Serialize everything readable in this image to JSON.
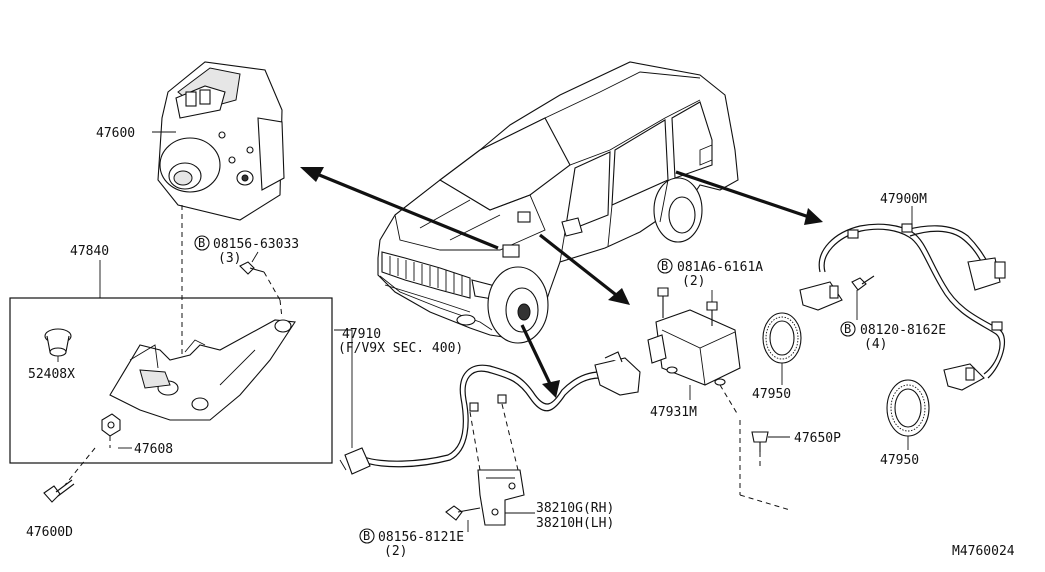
{
  "labels": {
    "p47600": "47600",
    "p47840": "47840",
    "p52408x": "52408X",
    "p47608": "47608",
    "p47600d": "47600D",
    "bolt1_code": "08156-63033",
    "bolt1_qty": "(3)",
    "p47910": "47910",
    "p47910_note": "(F/V9X SEC. 400)",
    "bolt2_code": "08156-8121E",
    "bolt2_qty": "(2)",
    "p38210g": "38210G(RH)",
    "p38210h": "38210H(LH)",
    "bolt3_code": "081A6-6161A",
    "bolt3_qty": "(2)",
    "p47931m": "47931M",
    "p47950_a": "47950",
    "p47650p": "47650P",
    "p47900m": "47900M",
    "bolt4_code": "08120-8162E",
    "bolt4_qty": "(4)",
    "p47950_b": "47950",
    "diagram_id": "M4760024"
  },
  "symbols": {
    "bolt_marker": "B"
  },
  "colors": {
    "line": "#111111",
    "background": "#ffffff"
  }
}
